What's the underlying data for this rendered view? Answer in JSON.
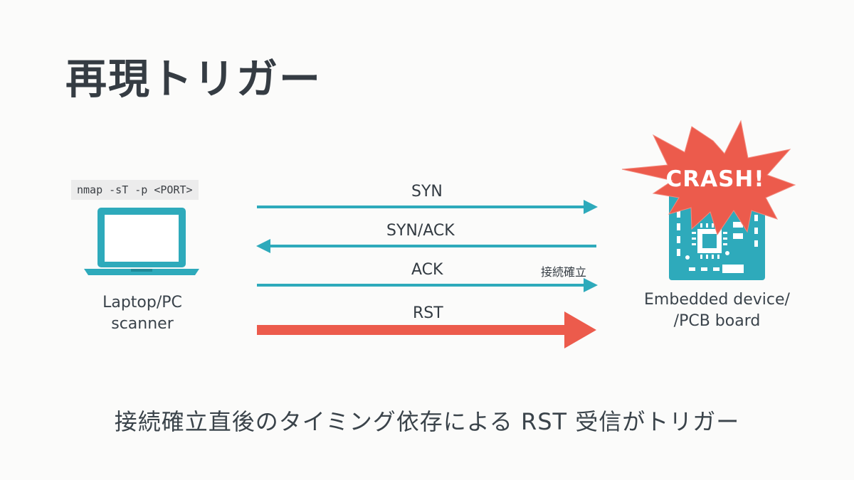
{
  "title": "再現トリガー",
  "command": "nmap -sT -p <PORT>",
  "left_node": {
    "line1": "Laptop/PC",
    "line2": "scanner"
  },
  "right_node": {
    "line1": "Embedded device/",
    "line2": "/PCB board"
  },
  "crash_label": "CRASH!",
  "messages": {
    "syn": "SYN",
    "synack": "SYN/ACK",
    "ack": "ACK",
    "rst": "RST"
  },
  "ack_note": "接続確立",
  "footer": "接続確立直後のタイミング依存による RST 受信がトリガー",
  "colors": {
    "teal": "#2eaabb",
    "red": "#ec5b4c",
    "dark": "#353c43"
  },
  "icons": [
    "laptop-icon",
    "pcb-board-icon",
    "crash-burst-icon"
  ]
}
